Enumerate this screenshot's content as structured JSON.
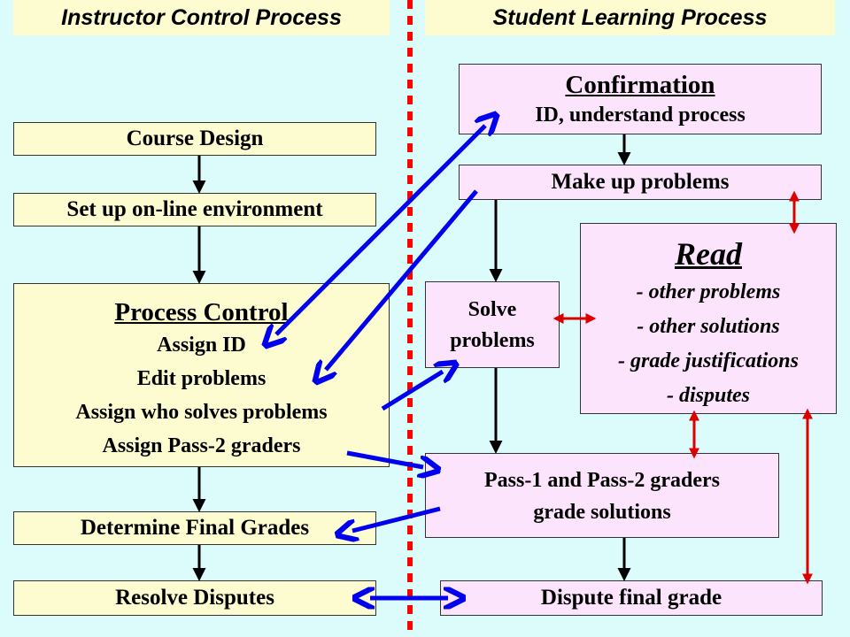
{
  "headers": {
    "instructor": "Instructor Control Process",
    "student": "Student Learning Process"
  },
  "instructor": {
    "course_design": "Course Design",
    "setup_env": "Set up on-line environment",
    "process_control": {
      "title": "Process Control",
      "items": [
        "Assign ID",
        "Edit problems",
        "Assign who solves problems",
        "Assign Pass-2 graders"
      ]
    },
    "final_grades": "Determine Final Grades",
    "resolve_disputes": "Resolve Disputes"
  },
  "student": {
    "confirmation": {
      "title": "Confirmation",
      "subtitle": "ID, understand process"
    },
    "make_up": "Make up problems",
    "read": {
      "title": "Read",
      "items": [
        "- other problems",
        "- other solutions",
        "- grade justifications",
        "- disputes"
      ]
    },
    "solve": {
      "line1": "Solve",
      "line2": "problems"
    },
    "graders": {
      "line1": "Pass-1 and Pass-2 graders",
      "line2": "grade solutions"
    },
    "dispute": "Dispute final grade"
  },
  "colors": {
    "background": "#dcfcfc",
    "instructor_box": "#fcfcd0",
    "student_box": "#fce4fc",
    "divider": "#ff0000",
    "cross_arrow": "#0000ee",
    "read_arrow": "#dd0000"
  }
}
